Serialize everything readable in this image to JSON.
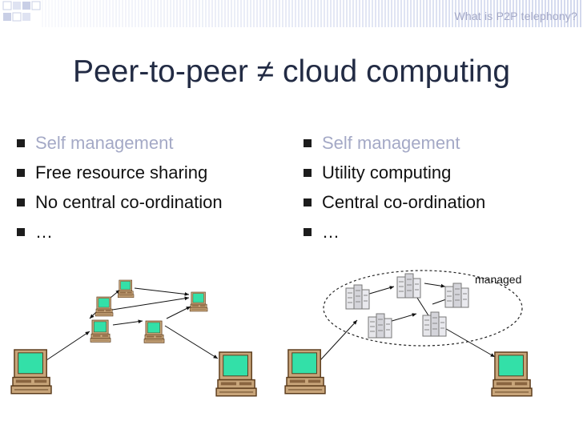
{
  "header": {
    "section_label": "What is P2P telephony?"
  },
  "slide": {
    "title": "Peer-to-peer ≠ cloud computing"
  },
  "left_list": [
    {
      "text": "Self management",
      "muted": true
    },
    {
      "text": "Free resource sharing",
      "muted": false
    },
    {
      "text": "No central co-ordination",
      "muted": false
    },
    {
      "text": "…",
      "muted": false
    }
  ],
  "right_list": [
    {
      "text": "Self management",
      "muted": true
    },
    {
      "text": "Utility computing",
      "muted": false
    },
    {
      "text": "Central co-ordination",
      "muted": false
    },
    {
      "text": "…",
      "muted": false
    }
  ],
  "diagram": {
    "cloud_label": "managed"
  },
  "colors": {
    "title": "#222b44",
    "muted": "#a4a9c6",
    "header": "#a3a8c7",
    "screen": "#33e0a8",
    "computer_body": "#c8a57a"
  }
}
